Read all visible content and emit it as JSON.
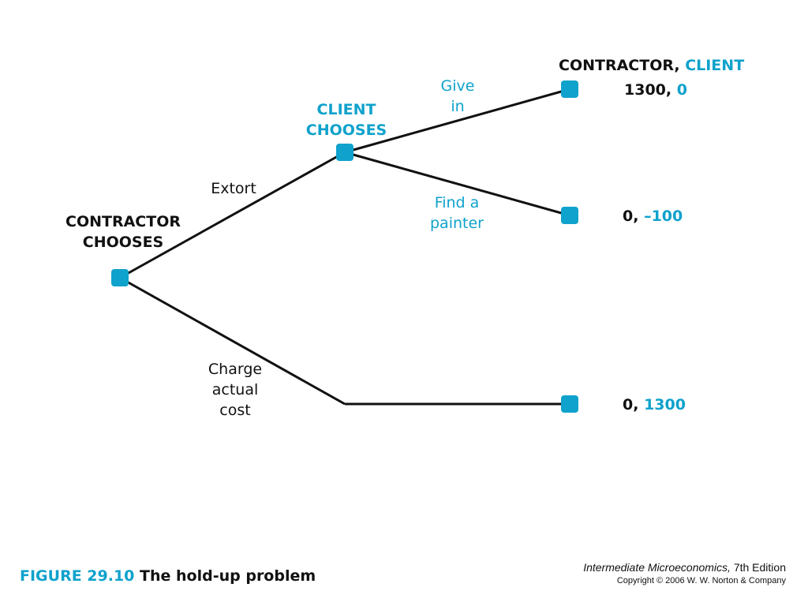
{
  "colors": {
    "accent": "#0fa2cc",
    "text": "#111111",
    "background": "#ffffff"
  },
  "tree": {
    "root": {
      "name": "contractor",
      "line1": "CONTRACTOR",
      "line2": "CHOOSES"
    },
    "client_node": {
      "line1": "CLIENT",
      "line2": "CHOOSES"
    },
    "edges": {
      "extort": "Extort",
      "charge": [
        "Charge",
        "actual",
        "cost"
      ],
      "give_in": [
        "Give",
        "in"
      ],
      "find_painter": [
        "Find a",
        "painter"
      ]
    },
    "payoff_header": {
      "first": "CONTRACTOR,",
      "second": "CLIENT"
    },
    "payoffs": [
      {
        "contractor": "1300,",
        "client": "0"
      },
      {
        "contractor": "0,",
        "client": "–100"
      },
      {
        "contractor": "0,",
        "client": "1300"
      }
    ]
  },
  "caption": {
    "figure": "FIGURE 29.10",
    "title": "The hold-up problem"
  },
  "credit": {
    "book": "Intermediate Microeconomics,",
    "edition": "7th Edition",
    "copyright": "Copyright © 2006 W. W. Norton & Company"
  }
}
